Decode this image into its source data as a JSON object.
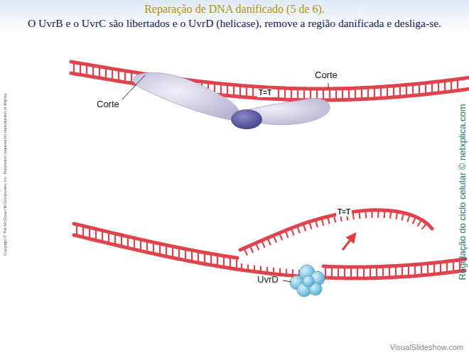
{
  "diagram": {
    "title": "Reparação de DNA danificado (5 de 6).",
    "labels": [
      "O UvrB e o UvrC são libertados e o UvrD (helicase), remove a região danificada e desliga-se.",
      "Corte",
      "Corte",
      "T=T",
      "T=T",
      "UvrD",
      "Copyright © The McGraw-Hill Companies, Inc. Permission required for reproduction or display.",
      "Regulação do ciclo celular © netxplica.com",
      "VisualSlideshow.com"
    ]
  }
}
